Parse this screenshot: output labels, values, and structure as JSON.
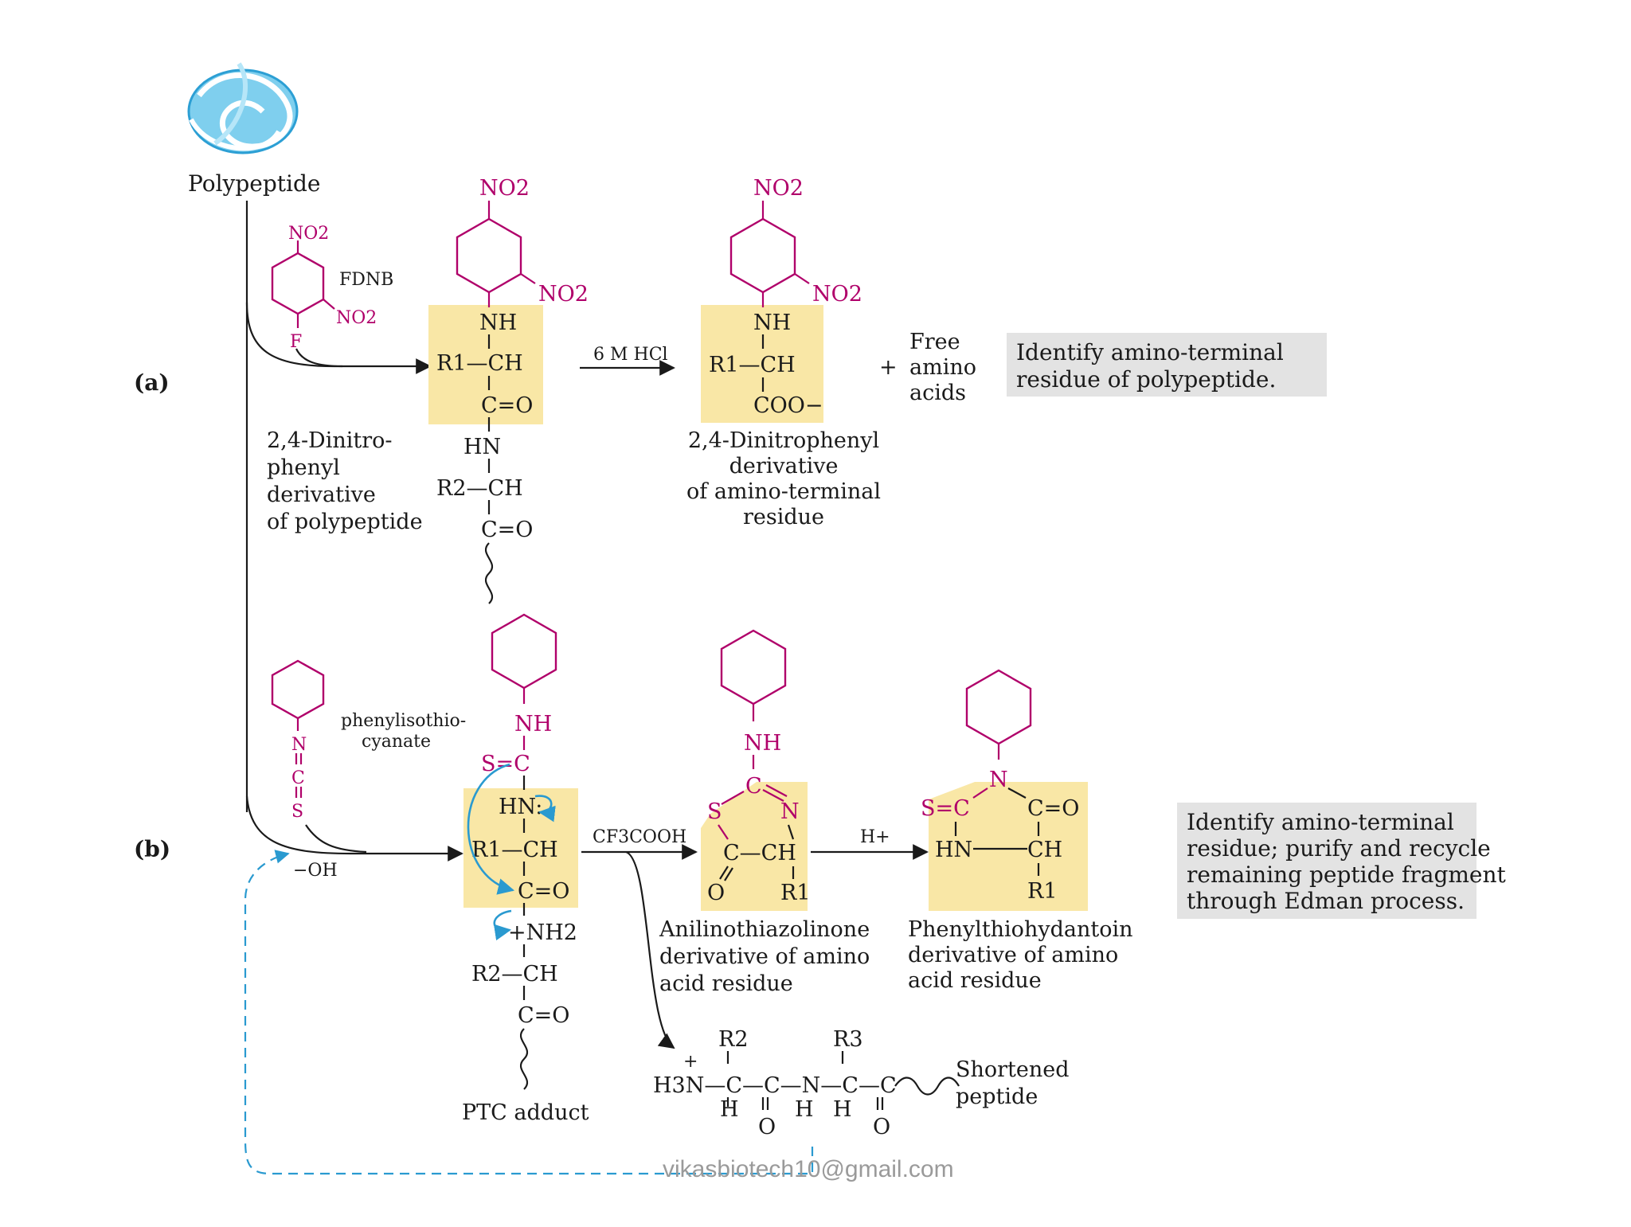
{
  "polypeptide_label": "Polypeptide",
  "panel_a": {
    "label": "(a)",
    "reagent_name": "FDNB",
    "reagent_groups": {
      "nitro_top": "NO2",
      "nitro_ortho": "NO2",
      "fluoro": "F"
    },
    "dnp_polypeptide": {
      "nitro_top": "NO2",
      "nitro_ortho": "NO2",
      "nh": "NH",
      "r1": "R1—CH",
      "co": "C=O",
      "hn": "HN",
      "r2": "R2—CH",
      "co2": "C=O",
      "caption": [
        "2,4-Dinitro-",
        "phenyl",
        "derivative",
        "of polypeptide"
      ]
    },
    "hydrolysis_condition": "6 M HCl",
    "dnp_residue": {
      "nitro_top": "NO2",
      "nitro_ortho": "NO2",
      "nh": "NH",
      "r1": "R1—CH",
      "coo": "COO−",
      "caption": [
        "2,4-Dinitrophenyl",
        "derivative",
        "of amino-terminal",
        "residue"
      ]
    },
    "plus": "+",
    "free_amino_acids": [
      "Free",
      "amino",
      "acids"
    ],
    "note": [
      "Identify amino-terminal",
      "residue of polypeptide."
    ]
  },
  "panel_b": {
    "label": "(b)",
    "reagent_name": [
      "phenylisothio-",
      "cyanate"
    ],
    "reagent_groups": {
      "n": "N",
      "c": "C",
      "s": "S"
    },
    "hydroxide": "−OH",
    "ptc_adduct": {
      "nh": "NH",
      "sc": "S=C",
      "hn": "HN:",
      "r1": "R1—CH",
      "co": "C=O",
      "nh2": "+NH2",
      "r2": "R2—CH",
      "co2": "C=O",
      "caption": "PTC adduct"
    },
    "acid_condition": "CF3COOH",
    "atz": {
      "nh": "NH",
      "c": "C",
      "n": "N",
      "s": "S",
      "cch": "C—CH",
      "o": "O",
      "r1": "R1",
      "caption": [
        "Anilinothiazolinone",
        "derivative of amino",
        "acid residue"
      ]
    },
    "h_plus": "H+",
    "pth": {
      "n": "N",
      "sc": "S=C",
      "co": "C=O",
      "hn": "HN",
      "ch": "CH",
      "r1": "R1",
      "caption": [
        "Phenylthiohydantoin",
        "derivative of amino",
        "acid residue"
      ]
    },
    "note": [
      "Identify amino-terminal",
      "residue; purify and recycle",
      "remaining peptide fragment",
      "through Edman process."
    ],
    "shortened_peptide": {
      "formula_top": [
        "R2",
        "R3"
      ],
      "formula_main": "H3N—C—C—N—C—C",
      "formula_bottom": [
        "H",
        "O",
        "H",
        "H",
        "O"
      ],
      "plus": "+",
      "caption": [
        "Shortened",
        "peptide"
      ]
    }
  },
  "watermark": "vikasbiotech10@gmail.com"
}
